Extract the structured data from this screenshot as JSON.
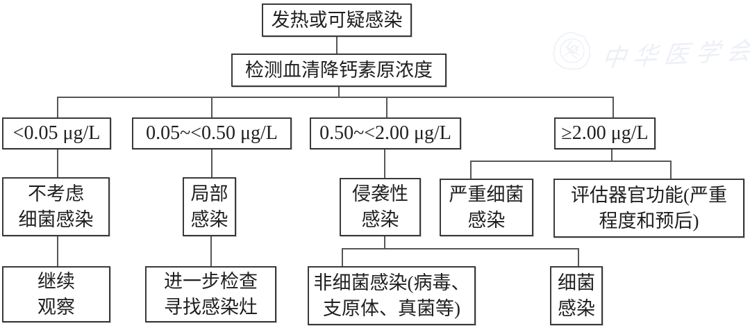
{
  "diagram": {
    "nodes": {
      "fever": {
        "text": "发热或可疑感染"
      },
      "pct_test": {
        "text": "检测血清降钙素原浓度"
      },
      "range_1": {
        "text": "<0.05 μg/L"
      },
      "range_2": {
        "text": "0.05~<0.50 μg/L"
      },
      "range_3": {
        "text": "0.50~<2.00 μg/L"
      },
      "range_4": {
        "text": "≥2.00 μg/L"
      },
      "no_bacterial": {
        "text": "不考虑\n细菌感染"
      },
      "local_infection": {
        "text": "局部\n感染"
      },
      "invasive_infection": {
        "text": "侵袭性\n感染"
      },
      "severe_bacterial": {
        "text": "严重细菌\n感染"
      },
      "assess_organ": {
        "text": "评估器官功能(严重\n程度和预后)"
      },
      "continue_observe": {
        "text": "继续\n观察"
      },
      "further_exam": {
        "text": "进一步检查\n寻找感染灶"
      },
      "non_bacterial": {
        "text": "非细菌感染(病毒、\n支原体、真菌等)"
      },
      "bacterial": {
        "text": "细菌\n感染"
      }
    },
    "watermark": {
      "text": "中华医学会"
    },
    "colors": {
      "background": "#ffffff",
      "box_border": "#3a3a3a",
      "connector": "#565656",
      "text": "#1f1f1f",
      "watermark": "#8fa3c4"
    }
  }
}
